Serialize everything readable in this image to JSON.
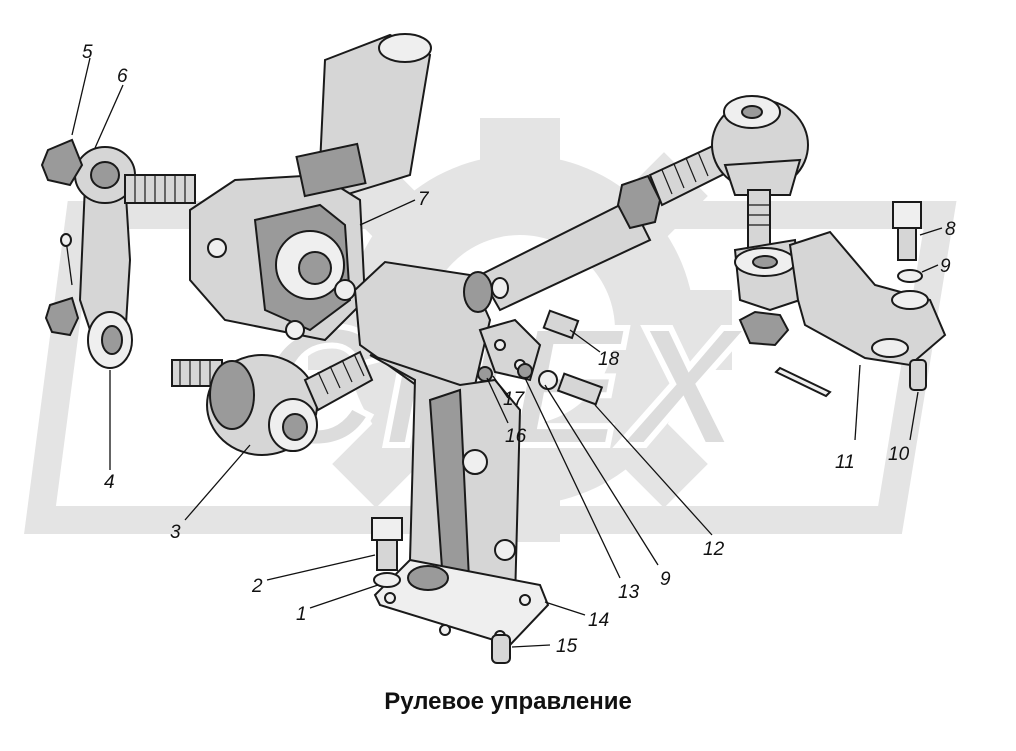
{
  "caption": "Рулевое управление",
  "callouts": [
    "1",
    "2",
    "3",
    "4",
    "5",
    "6",
    "7",
    "8",
    "9",
    "9",
    "10",
    "11",
    "12",
    "13",
    "14",
    "15",
    "16",
    "17",
    "18"
  ],
  "watermark": "CNEX",
  "colors": {
    "watermark": "#e3e3e3",
    "ink": "#1a1a1a",
    "background": "#ffffff"
  }
}
